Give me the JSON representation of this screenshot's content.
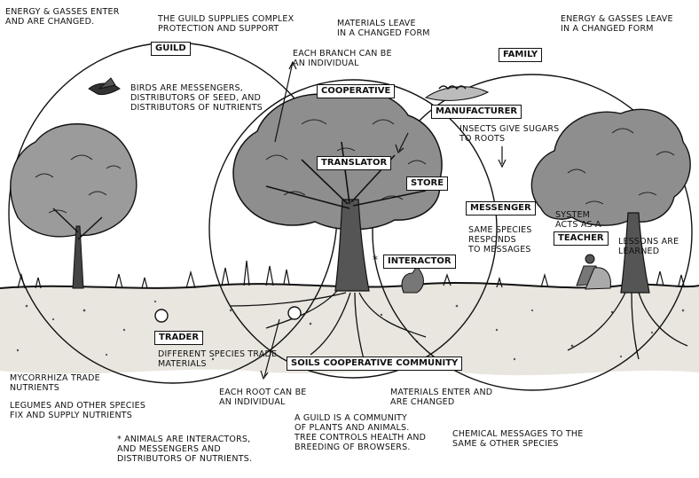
{
  "boxes": {
    "guild": "GUILD",
    "family": "FAMILY",
    "cooperative": "COOPERATIVE",
    "manufacturer": "MANUFACTURER",
    "translator": "TRANSLATOR",
    "store": "STORE",
    "messenger": "MESSENGER",
    "teacher": "TEACHER",
    "interactor": "INTERACTOR",
    "trader": "TRADER",
    "soils": "SOILS COOPERATIVE COMMUNITY"
  },
  "notes": {
    "energy_enter": "ENERGY & GASSES ENTER\nAND ARE CHANGED.",
    "guild_supplies": "THE GUILD SUPPLIES COMPLEX\nPROTECTION AND SUPPORT",
    "materials_leave": "MATERIALS LEAVE\nIN A CHANGED FORM",
    "energy_leave": "ENERGY & GASSES LEAVE\nIN A CHANGED FORM",
    "each_branch": "EACH BRANCH CAN BE\nAN INDIVIDUAL",
    "birds": "BIRDS ARE MESSENGERS,\nDISTRIBUTORS OF SEED, AND\nDISTRIBUTORS OF NUTRIENTS",
    "insects": "INSECTS GIVE SUGARS\nTO ROOTS",
    "system_acts": "SYSTEM\nACTS AS A",
    "lessons": "LESSONS ARE\nLEARNED",
    "same_species": "SAME SPECIES\nRESPONDS\nTO MESSAGES",
    "interactor_star": "*",
    "different_species": "DIFFERENT SPECIES  TRADE\nMATERIALS",
    "mycorrhiza": "MYCORRHIZA TRADE\nNUTRIENTS",
    "legumes": "LEGUMES AND OTHER SPECIES\nFIX AND SUPPLY NUTRIENTS",
    "each_root": "EACH ROOT CAN BE\nAN INDIVIDUAL",
    "materials_enter": "MATERIALS ENTER AND\nARE CHANGED",
    "a_guild": "A GUILD IS A COMMUNITY\nOF PLANTS AND ANIMALS.\nTREE CONTROLS HEALTH AND\nBREEDING OF BROWSERS.",
    "chemical": "CHEMICAL MESSAGES TO THE\nSAME & OTHER SPECIES",
    "animals": "* ANIMALS ARE INTERACTORS,\nAND MESSENGERS AND\nDISTRIBUTORS OF NUTRIENTS."
  }
}
